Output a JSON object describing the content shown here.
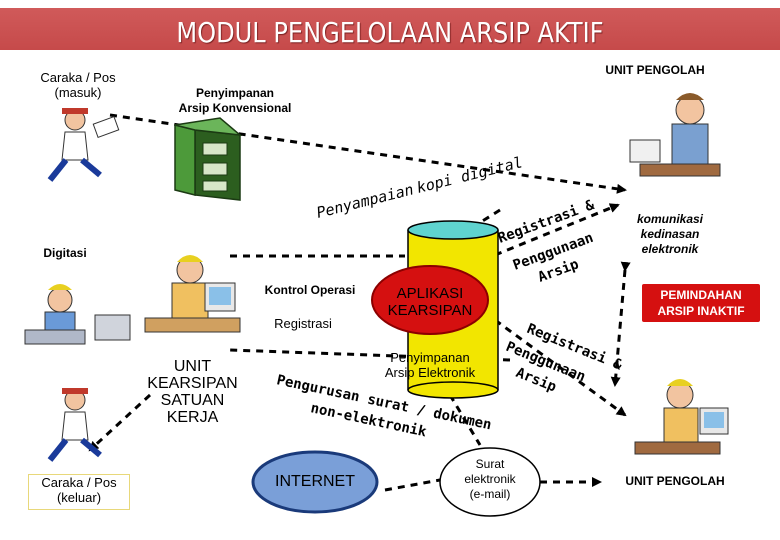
{
  "title": "MODUL PENGELOLAAN ARSIP AKTIF",
  "labels": {
    "caraka_masuk_1": "Caraka / Pos",
    "caraka_masuk_2": "(masuk)",
    "unit_pengolah_top": "UNIT PENGOLAH",
    "penyimpanan_konv_1": "Penyimpanan",
    "penyimpanan_konv_2": "Arsip Konvensional",
    "digitasi": "Digitasi",
    "kontrol_operasi": "Kontrol Operasi",
    "registrasi": "Registrasi",
    "aplikasi_1": "APLIKASI",
    "aplikasi_2": "KEARSIPAN",
    "penyimpanan_elek_1": "Penyimpanan",
    "penyimpanan_elek_2": "Arsip Elektronik",
    "unit_kearsipan_1": "UNIT",
    "unit_kearsipan_2": "KEARSIPAN",
    "unit_kearsipan_3": "SATUAN",
    "unit_kearsipan_4": "KERJA",
    "komunikasi_1": "komunikasi",
    "komunikasi_2": "kedinasan",
    "komunikasi_3": "elektronik",
    "pemindahan_1": "PEMINDAHAN",
    "pemindahan_2": "ARSIP INAKTIF",
    "caraka_keluar_1": "Caraka / Pos",
    "caraka_keluar_2": "(keluar)",
    "internet": "INTERNET",
    "surat_1": "Surat",
    "surat_2": "elektronik",
    "surat_3": "(e-mail)",
    "unit_pengolah_bottom": "UNIT PENGOLAH"
  },
  "curved": {
    "penyampaian_1": "Penyampaian",
    "penyampaian_2": "kopi digital",
    "reg_top_1": "Registrasi &",
    "reg_top_2": "Penggunaan",
    "reg_top_3": "Arsip",
    "reg_bot_1": "Registrasi &",
    "reg_bot_2": "Penggunaan",
    "reg_bot_3": "Arsip",
    "pengurusan_1": "Pengurusan surat / dokumen",
    "pengurusan_2": "non-elektronik"
  },
  "colors": {
    "title_bg": "#c64a4a",
    "accent_red": "#d51010",
    "cylinder_top": "#5fd3cf",
    "cylinder_body": "#f2e600",
    "cabinet": "#3a7a2a"
  }
}
